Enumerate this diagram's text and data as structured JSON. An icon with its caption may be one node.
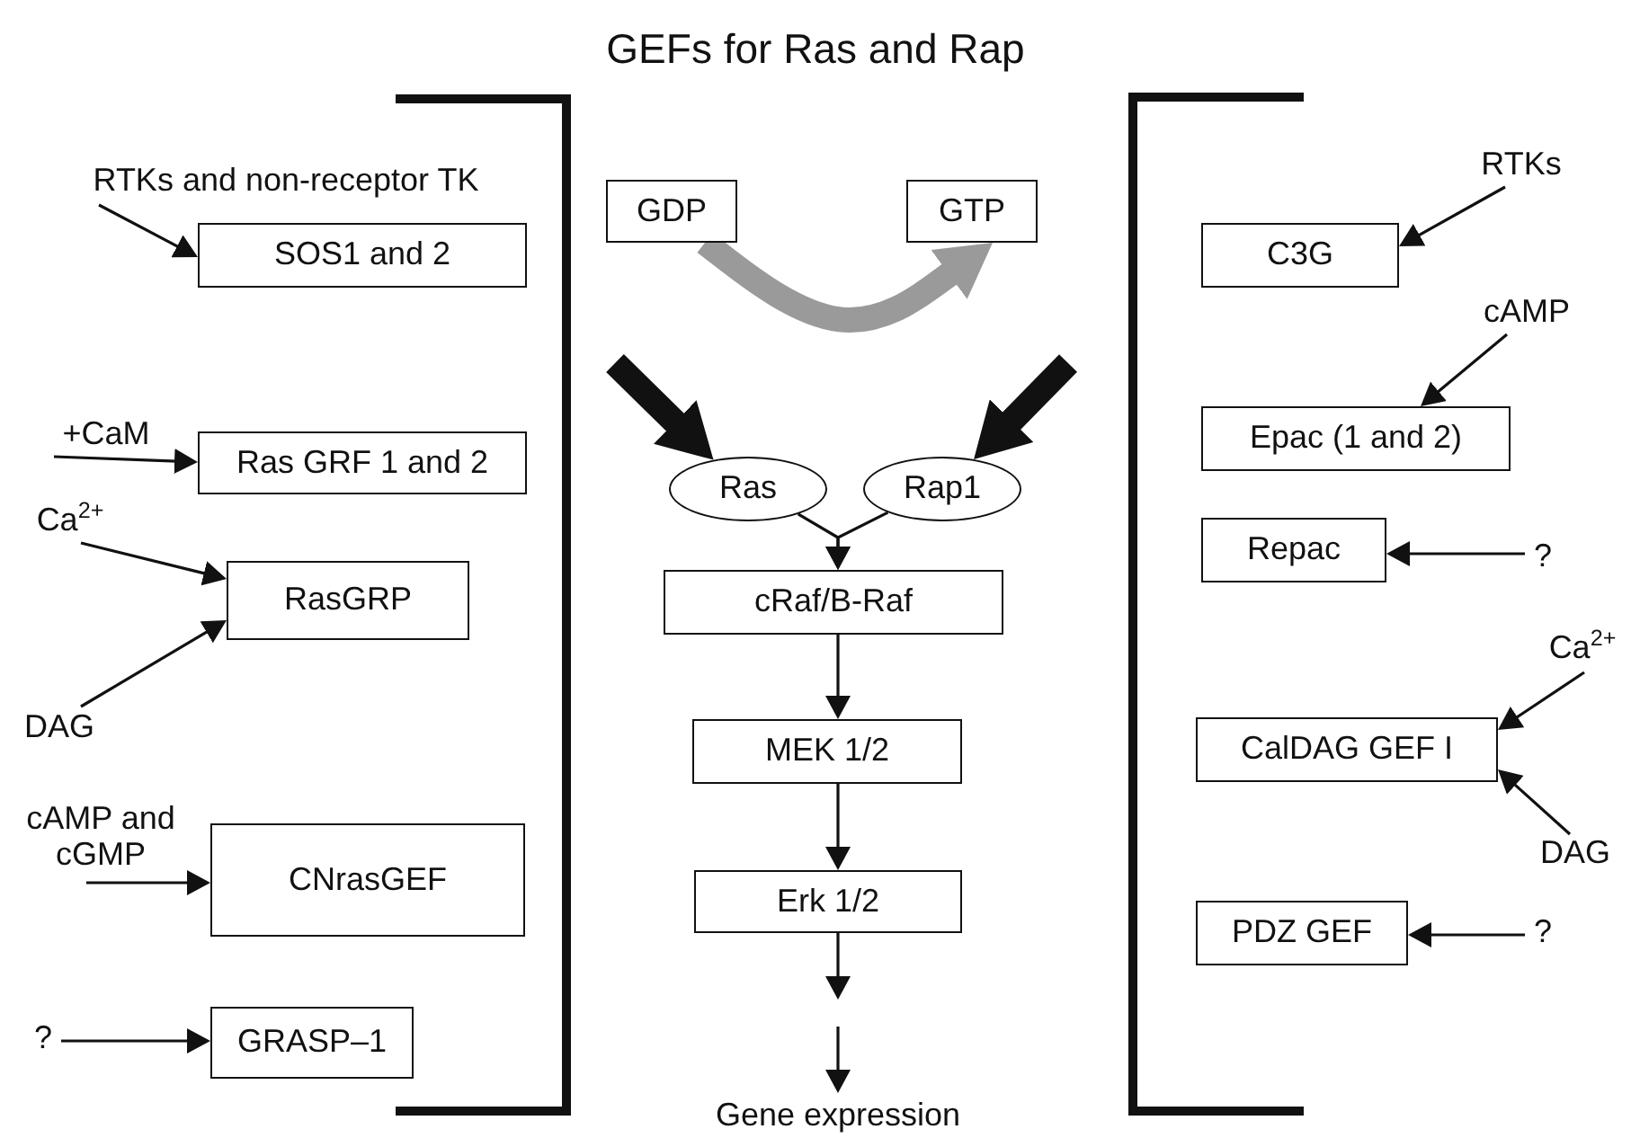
{
  "diagram": {
    "title": "GEFs for Ras and Rap",
    "nodes": [
      {
        "text": [
          "RTKs and non-receptor TK"
        ]
      },
      {
        "text": [
          "SOS1 and 2"
        ]
      },
      {
        "text": [
          "+CaM"
        ]
      },
      {
        "text": [
          "Ras GRF 1 and 2"
        ]
      },
      {
        "text": [
          "Ca$^{2+}$"
        ]
      },
      {
        "text": [
          "RasGRP"
        ]
      },
      {
        "text": [
          "DAG"
        ]
      },
      {
        "text": [
          "cAMP and cGMP"
        ]
      },
      {
        "text": [
          "CNrasGEF"
        ]
      },
      {
        "text": [
          "?"
        ]
      },
      {
        "text": [
          "GRASP–1"
        ]
      },
      {
        "text": [
          "GDP"
        ]
      },
      {
        "text": [
          "GTP"
        ]
      },
      {
        "text": [
          "Ras"
        ]
      },
      {
        "text": [
          "Rap1"
        ]
      },
      {
        "text": [
          "cRaf/B-Raf"
        ]
      },
      {
        "text": [
          "MEK 1/2"
        ]
      },
      {
        "text": [
          "Erk 1/2"
        ]
      },
      {
        "text": [
          "Gene expression"
        ]
      },
      {
        "text": [
          "RTKs"
        ]
      },
      {
        "text": [
          "C3G"
        ]
      },
      {
        "text": [
          "cAMP"
        ]
      },
      {
        "text": [
          "Epac (1 and 2)"
        ]
      },
      {
        "text": [
          "Repac"
        ]
      },
      {
        "text": [
          "?"
        ]
      },
      {
        "text": [
          "Ca$^{2+}$"
        ]
      },
      {
        "text": [
          "CalDAG GEF I"
        ]
      },
      {
        "text": [
          "DAG"
        ]
      },
      {
        "text": [
          "PDZ GEF"
        ]
      },
      {
        "text": [
          "?"
        ]
      }
    ],
    "edges": [
      {
        "from": 0,
        "to": 1,
        "arrow": "to"
      },
      {
        "from": 2,
        "to": 3,
        "arrow": "to"
      },
      {
        "from": 4,
        "to": 5,
        "arrow": "to"
      },
      {
        "from": 6,
        "to": 5,
        "arrow": "to"
      },
      {
        "from": 7,
        "to": 8,
        "arrow": "to"
      },
      {
        "from": 9,
        "to": 10,
        "arrow": "to"
      },
      {
        "from": 19,
        "to": 20,
        "arrow": "to"
      },
      {
        "from": 21,
        "to": 22,
        "arrow": "to"
      },
      {
        "from": 24,
        "to": 23,
        "arrow": "to"
      },
      {
        "from": 25,
        "to": 26,
        "arrow": "to"
      },
      {
        "from": 27,
        "to": 26,
        "arrow": "to"
      },
      {
        "from": 29,
        "to": 28,
        "arrow": "to"
      },
      {
        "from": 11,
        "to": 12,
        "arrow": "to",
        "style": "thick",
        "color": "#9a9a9a"
      },
      {
        "from": null,
        "to": 13,
        "arrow": "to",
        "style": "thick"
      },
      {
        "from": null,
        "to": 14,
        "arrow": "to",
        "style": "thick"
      },
      {
        "from": 13,
        "to": 15,
        "arrow": "to"
      },
      {
        "from": 14,
        "to": 15,
        "arrow": "to"
      },
      {
        "from": 15,
        "to": 16,
        "arrow": "to"
      },
      {
        "from": 16,
        "to": 17,
        "arrow": "to"
      },
      {
        "from": 17,
        "to": null,
        "arrow": "to"
      },
      {
        "from": null,
        "to": 18,
        "arrow": "to"
      }
    ]
  }
}
